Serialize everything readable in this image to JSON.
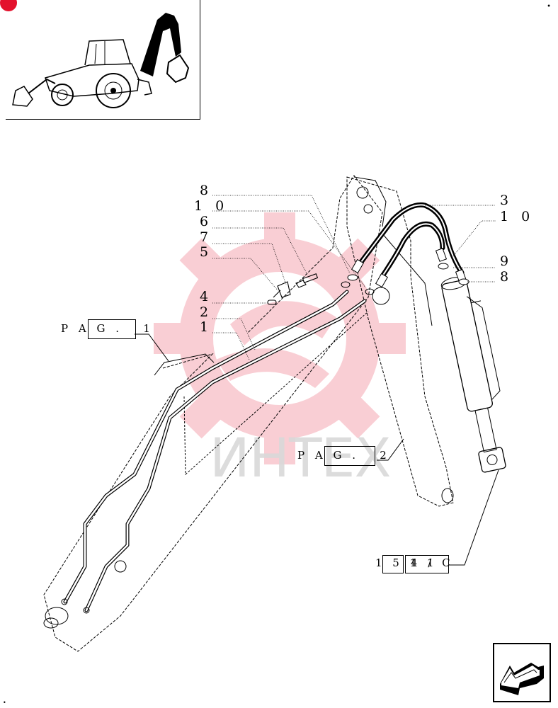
{
  "callouts": {
    "c8a": "8",
    "c10a": "1 0",
    "c6": "6",
    "c7": "7",
    "c5": "5",
    "c4": "4",
    "c2": "2",
    "c1": "1",
    "c3": "3",
    "c10b": "1 0",
    "c9": "9",
    "c8b": "8"
  },
  "refs": {
    "pag1": "P A G .   1",
    "pag2": "P A G .   2",
    "ref_prefix": "1 5 1 1",
    "ref_suffix": "4 / C"
  },
  "watermark": {
    "text": "ИНТЕХ",
    "color": "#e3112c"
  },
  "colors": {
    "accent": "#e3112c",
    "line": "#000000"
  },
  "icons": {
    "nav": "next-page-arrow-icon",
    "thumb": "backhoe-loader-thumbnail"
  }
}
